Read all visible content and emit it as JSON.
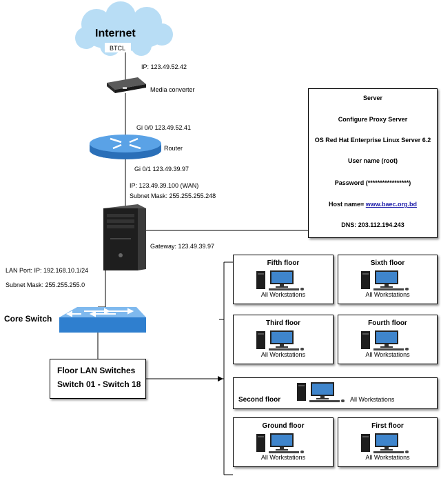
{
  "internet": {
    "title": "Internet",
    "isp": "BTCL"
  },
  "wan_ip": "IP: 123.49.52.42",
  "media_converter": "Media converter",
  "router": {
    "label": "Router",
    "gi00": "Gi 0/0   123.49.52.41",
    "gi01": "Gi 0/1   123.49.39.97"
  },
  "server_host": {
    "ip": "IP: 123.49.39.100 (WAN)",
    "mask": "Subnet Mask: 255.255.255.248",
    "gateway": "Gateway: 123.49.39.97",
    "lan_ip": "LAN Port: IP: 192.168.10.1/24",
    "lan_mask": "Subnet Mask: 255.255.255.0"
  },
  "core_switch": "Core Switch",
  "floor_switches": {
    "line1": "Floor LAN Switches",
    "line2": "Switch 01 - Switch 18"
  },
  "server_panel": {
    "server": "Server",
    "config": "Configure Proxy Server",
    "os": "OS Red Hat Enterprise Linux Server 6.2",
    "user": "User name (root)",
    "password": "Password (*****************)",
    "host_label": "Host name=",
    "host_value": "www.baec.org.bd",
    "dns": "DNS: 203.112.194.243"
  },
  "floors": {
    "fifth": {
      "title": "Fifth floor",
      "sub": "All Workstations"
    },
    "sixth": {
      "title": "Sixth floor",
      "sub": "All Workstations"
    },
    "third": {
      "title": "Third floor",
      "sub": "All Workstations"
    },
    "fourth": {
      "title": "Fourth floor",
      "sub": "All Workstations"
    },
    "second": {
      "title": "Second floor",
      "sub": "All Workstations"
    },
    "ground": {
      "title": "Ground floor",
      "sub": "All Workstations"
    },
    "first": {
      "title": "First floor",
      "sub": "All Workstations"
    }
  },
  "colors": {
    "cloud": "#b8ddf5",
    "router": "#3f8fd8",
    "switch": "#2f7fcf",
    "link": "#1a1aa8"
  }
}
